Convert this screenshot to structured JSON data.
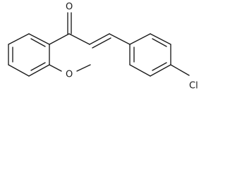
{
  "molecule": {
    "atoms": {
      "carbonyl_oxygen": "O",
      "methoxy_oxygen": "O",
      "chlorine": "Cl"
    }
  }
}
